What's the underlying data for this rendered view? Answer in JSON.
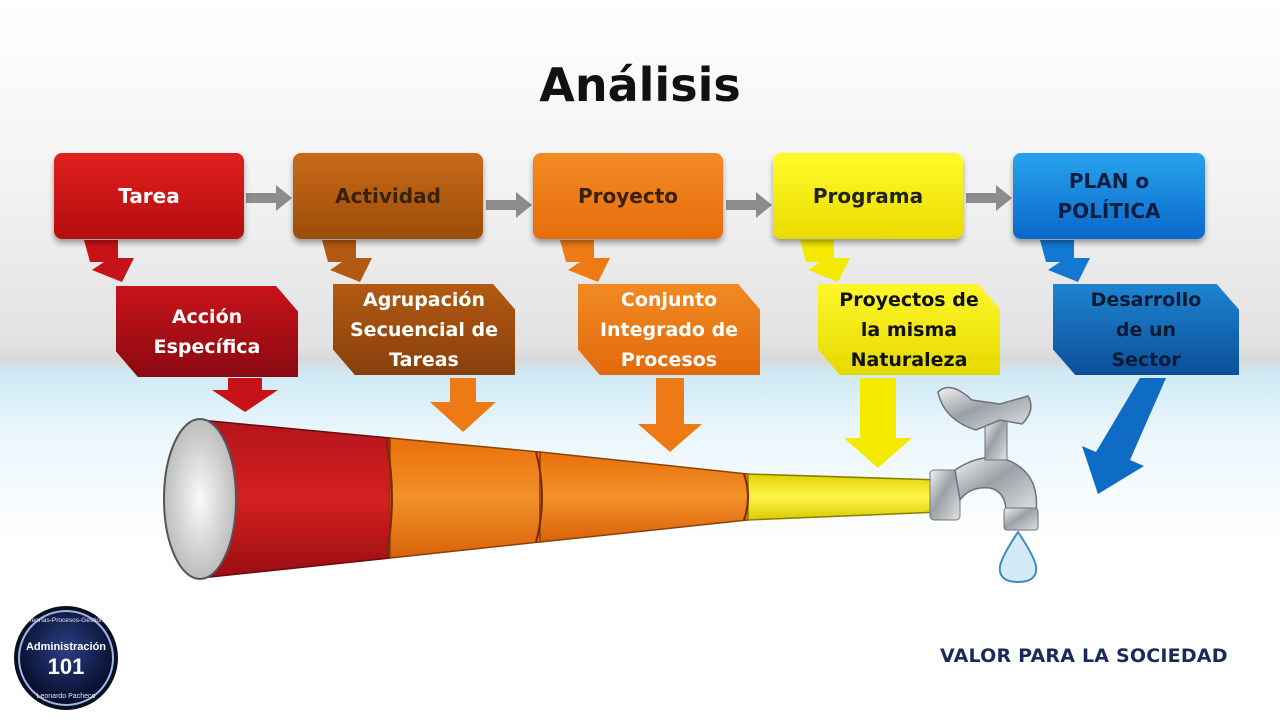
{
  "title": "Análisis",
  "stages": [
    {
      "label": "Tarea",
      "detail": "Acción Específica"
    },
    {
      "label": "Actividad",
      "detail": "Agrupación Secuencial de Tareas"
    },
    {
      "label": "Proyecto",
      "detail": "Conjunto Integrado de Procesos"
    },
    {
      "label": "Programa",
      "detail": "Proyectos de la misma Naturaleza"
    },
    {
      "label": "PLAN o POLÍTICA",
      "detail": "Desarrollo de un Sector"
    }
  ],
  "footer": "VALOR PARA LA SOCIEDAD",
  "logo": {
    "top_text": "Teorías-Procesos-Gestión",
    "main": "Administración",
    "number": "101",
    "bottom_text": "Leonardo Pacheco"
  },
  "colors": {
    "red": "#c8121a",
    "brown": "#a85510",
    "orange": "#ee7a16",
    "yellow": "#f4ea00",
    "blue": "#1278d2"
  }
}
